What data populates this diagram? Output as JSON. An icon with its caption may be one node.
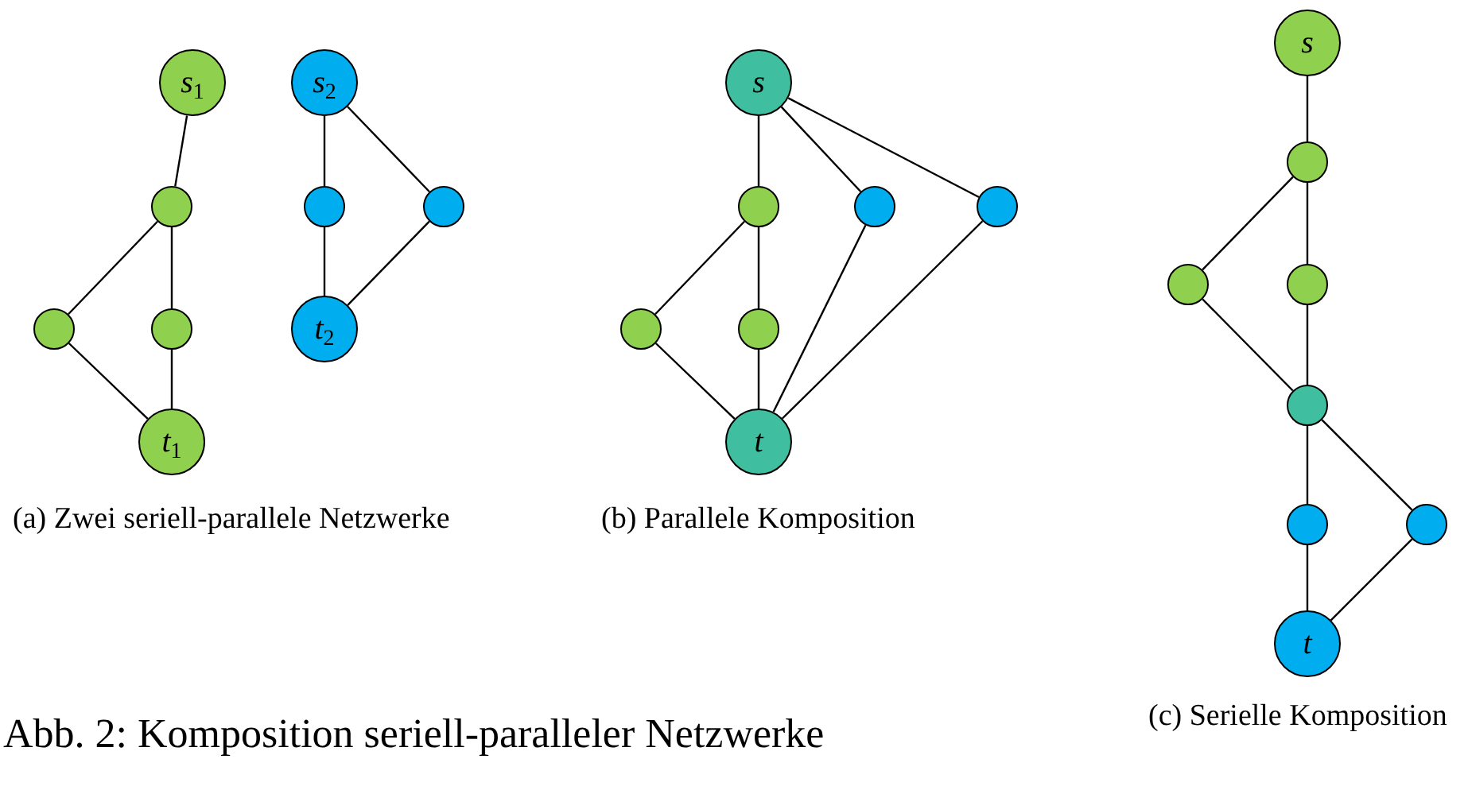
{
  "diagram": {
    "caption": "Abb. 2: Komposition seriell-paralleler Netzwerke",
    "nodes": [
      {
        "text": [
          "s$_{1}$"
        ]
      },
      {
        "text": [],
        "shape": "circle"
      },
      {
        "text": [],
        "shape": "circle"
      },
      {
        "text": [],
        "shape": "circle"
      },
      {
        "text": [
          "t$_{1}$"
        ]
      },
      {
        "text": [
          "s$_{2}$"
        ]
      },
      {
        "text": [],
        "shape": "circle"
      },
      {
        "text": [],
        "shape": "circle"
      },
      {
        "text": [
          "t$_{2}$"
        ]
      },
      {
        "text": [
          "s"
        ]
      },
      {
        "text": [],
        "shape": "circle"
      },
      {
        "text": [],
        "shape": "circle"
      },
      {
        "text": [],
        "shape": "circle"
      },
      {
        "text": [],
        "shape": "circle"
      },
      {
        "text": [],
        "shape": "circle"
      },
      {
        "text": [
          "t"
        ]
      },
      {
        "text": [
          "s"
        ]
      },
      {
        "text": [],
        "shape": "circle"
      },
      {
        "text": [],
        "shape": "circle"
      },
      {
        "text": [],
        "shape": "circle"
      },
      {
        "text": [],
        "shape": "circle"
      },
      {
        "text": [],
        "shape": "circle"
      },
      {
        "text": [],
        "shape": "circle"
      },
      {
        "text": [
          "t"
        ]
      }
    ],
    "edges": [
      {
        "from": 0,
        "to": 1,
        "arrow": "none"
      },
      {
        "from": 1,
        "to": 2,
        "arrow": "none"
      },
      {
        "from": 1,
        "to": 3,
        "arrow": "none"
      },
      {
        "from": 2,
        "to": 4,
        "arrow": "none"
      },
      {
        "from": 3,
        "to": 4,
        "arrow": "none"
      },
      {
        "from": 5,
        "to": 6,
        "arrow": "none"
      },
      {
        "from": 5,
        "to": 7,
        "arrow": "none"
      },
      {
        "from": 6,
        "to": 8,
        "arrow": "none"
      },
      {
        "from": 7,
        "to": 8,
        "arrow": "none"
      },
      {
        "from": 9,
        "to": 10,
        "arrow": "none"
      },
      {
        "from": 9,
        "to": 11,
        "arrow": "none"
      },
      {
        "from": 9,
        "to": 12,
        "arrow": "none"
      },
      {
        "from": 10,
        "to": 13,
        "arrow": "none"
      },
      {
        "from": 10,
        "to": 14,
        "arrow": "none"
      },
      {
        "from": 13,
        "to": 15,
        "arrow": "none"
      },
      {
        "from": 14,
        "to": 15,
        "arrow": "none"
      },
      {
        "from": 11,
        "to": 15,
        "arrow": "none"
      },
      {
        "from": 12,
        "to": 15,
        "arrow": "none"
      },
      {
        "from": 16,
        "to": 17,
        "arrow": "none"
      },
      {
        "from": 17,
        "to": 18,
        "arrow": "none"
      },
      {
        "from": 17,
        "to": 19,
        "arrow": "none"
      },
      {
        "from": 18,
        "to": 20,
        "arrow": "none"
      },
      {
        "from": 19,
        "to": 20,
        "arrow": "none"
      },
      {
        "from": 20,
        "to": 21,
        "arrow": "none"
      },
      {
        "from": 20,
        "to": 22,
        "arrow": "none"
      },
      {
        "from": 21,
        "to": 23,
        "arrow": "none"
      },
      {
        "from": 22,
        "to": 23,
        "arrow": "none"
      }
    ],
    "labels": [
      "(a) Zwei seriell-parallele Netzwerke",
      "(b) Parallele Komposition",
      "(c) Serielle Komposition"
    ]
  }
}
